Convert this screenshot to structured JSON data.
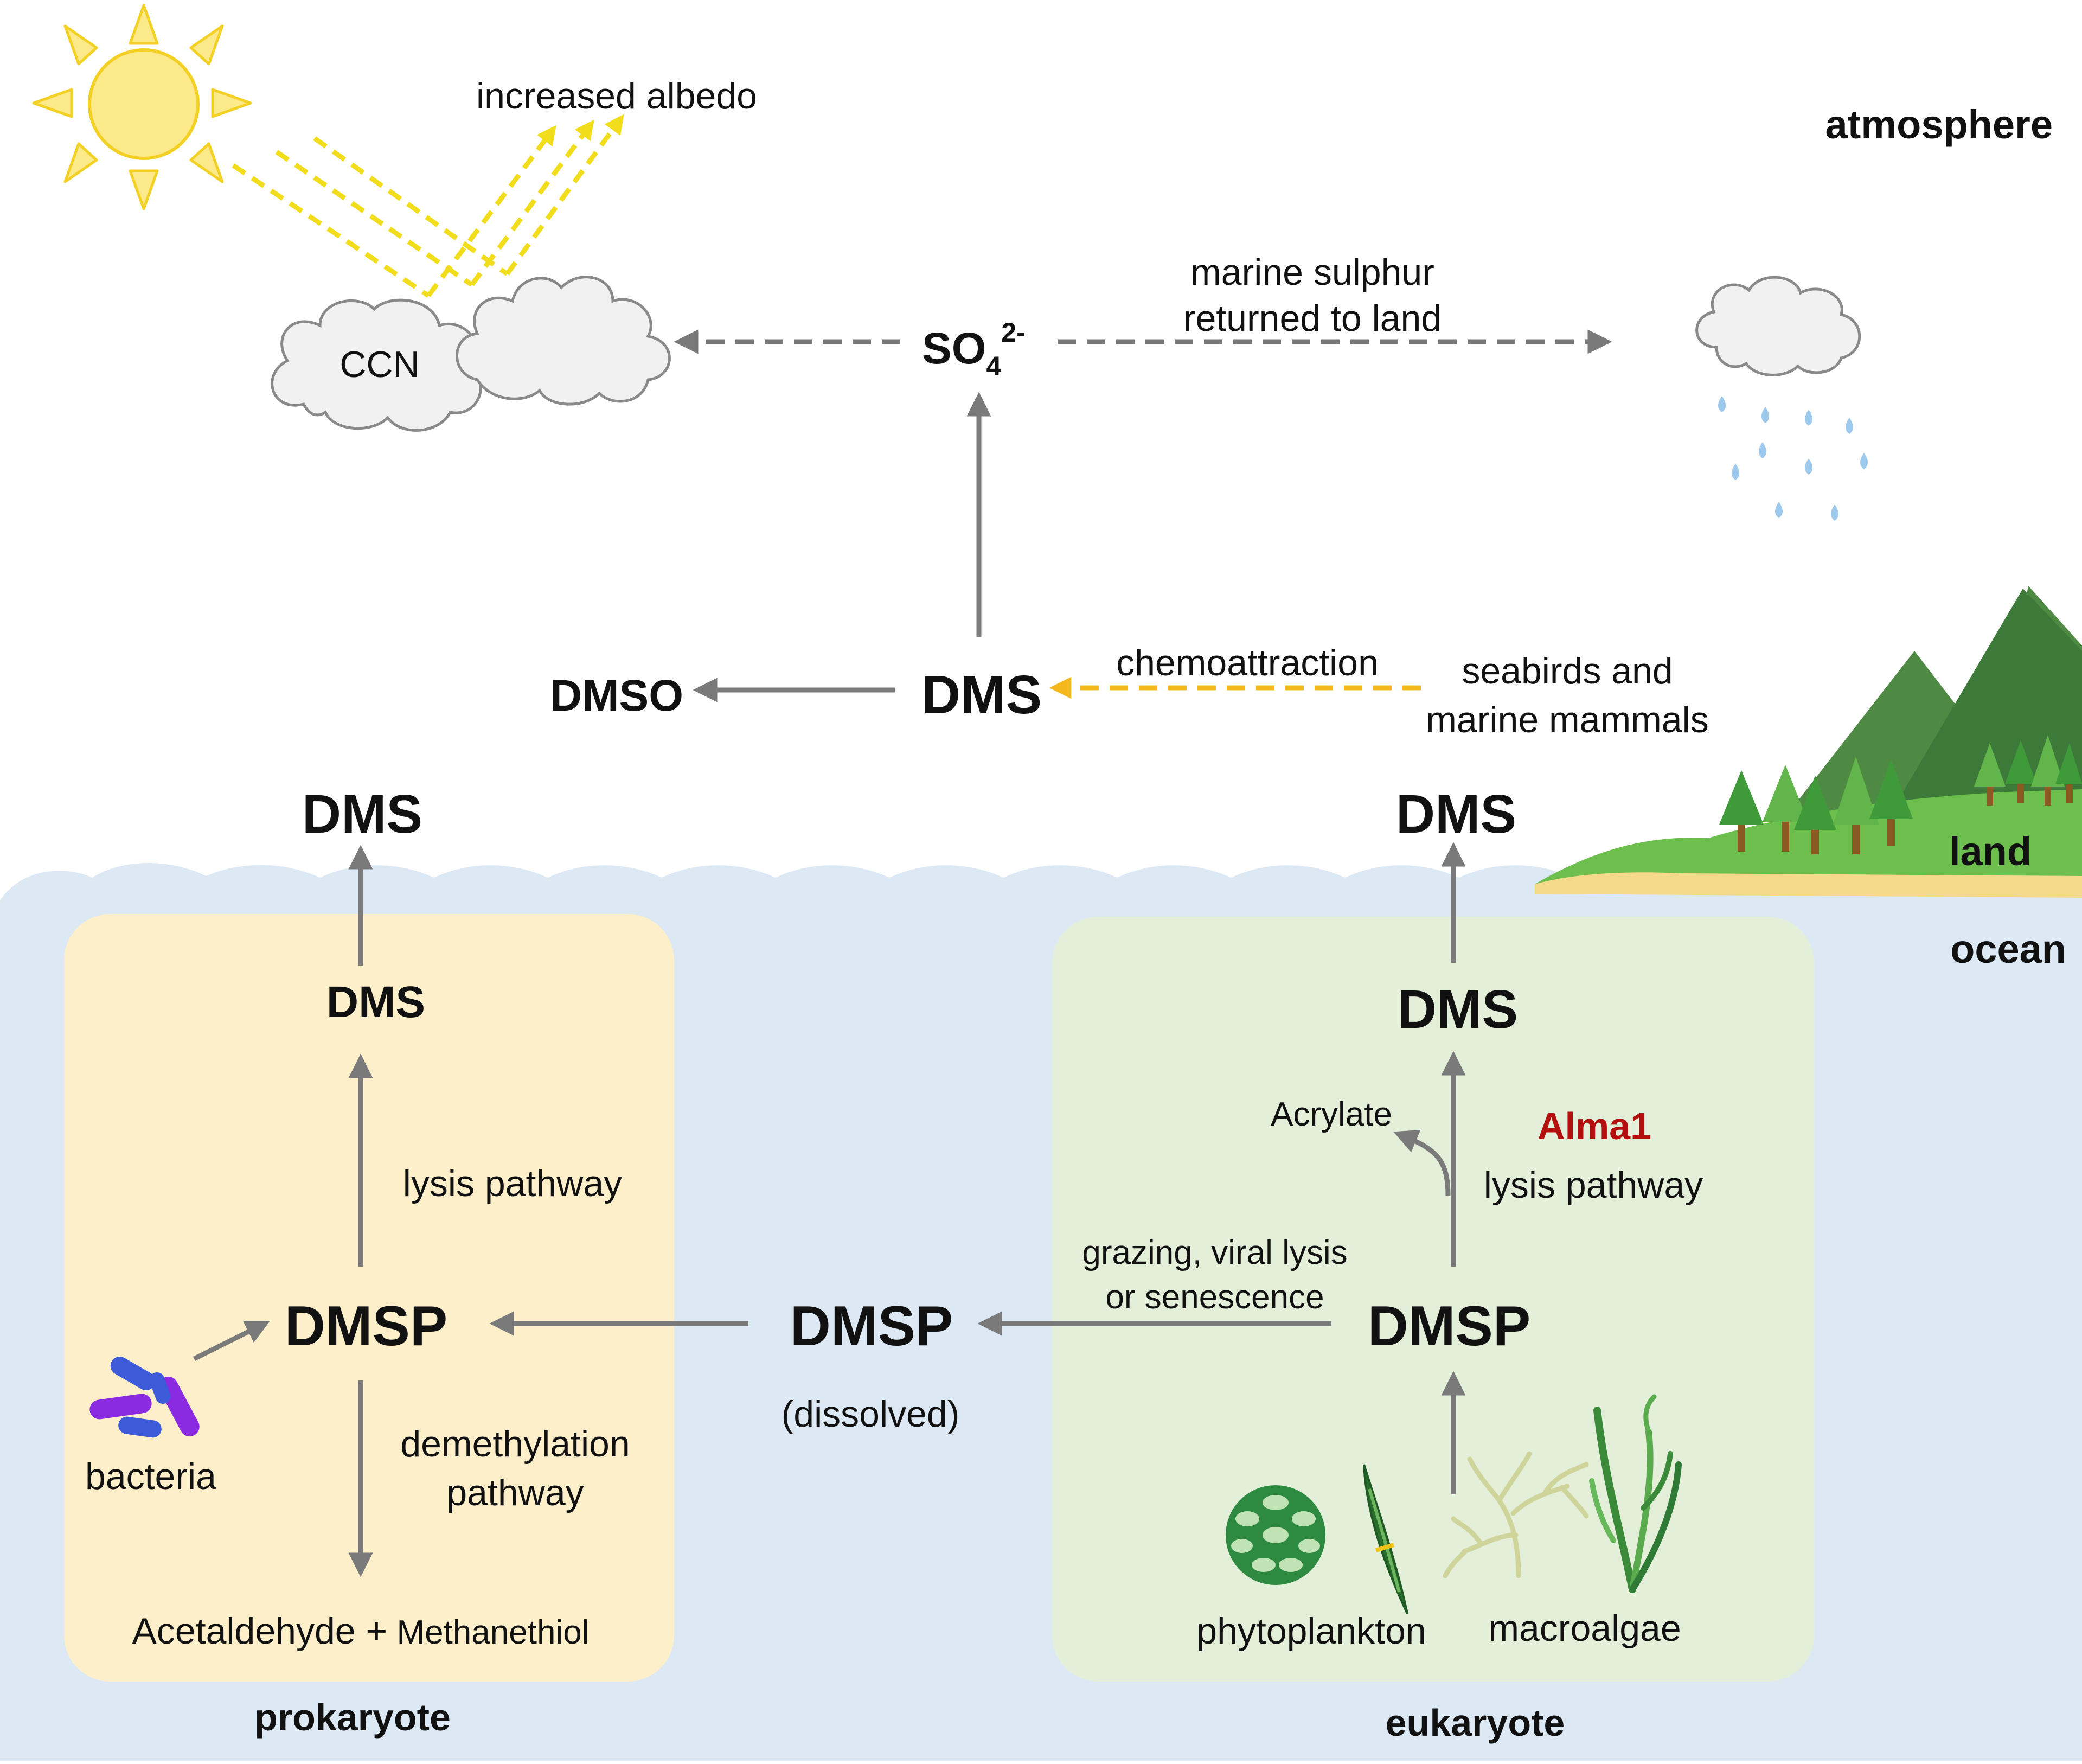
{
  "colors": {
    "ocean": "#dce9f5",
    "prokaryote_box": "#fdefca",
    "eukaryote_box": "#e3efd9",
    "solid_arrow": "#7a7a7a",
    "dashed_arrow": "#7a7a7a",
    "sun_ray": "#f2dd1c",
    "chemo_arrow": "#f5b81c",
    "alma1": "#b30f0f",
    "cloud_fill": "#f1f1f1",
    "cloud_stroke": "#8a8a8a",
    "raindrop": "#9cc9ec",
    "mountain_dark": "#3d7a3a",
    "mountain_mid": "#4f8a45",
    "land_green": "#6cbf4c",
    "sand": "#f5d98b",
    "tree": "#3f9a3a",
    "trunk": "#8a5a22",
    "bacteria": "#6a3be0"
  },
  "regions": {
    "atmosphere": "atmosphere",
    "land": "land",
    "ocean": "ocean",
    "prokaryote": "prokaryote",
    "eukaryote": "eukaryote"
  },
  "atmosphere": {
    "albedo": "increased albedo",
    "ccn": "CCN",
    "sulphate_base": "SO",
    "sulphate_sub": "4",
    "sulphate_sup": "2-",
    "sulphur_line1": "marine sulphur",
    "sulphur_line2": "returned to land",
    "dms": "DMS",
    "dmso": "DMSO",
    "chemoattraction": "chemoattraction",
    "seabirds_line1": "seabirds and",
    "seabirds_line2": "marine mammals"
  },
  "prokaryote": {
    "dms_top": "DMS",
    "dms": "DMS",
    "lysis": "lysis  pathway",
    "dmsp": "DMSP",
    "bacteria": "bacteria",
    "demethylation_line1": "demethylation",
    "demethylation_line2": "pathway",
    "products_a": "Acetaldehyde +",
    "products_b": " Methanethiol"
  },
  "middle": {
    "dmsp": "DMSP",
    "dissolved": "(dissolved)",
    "grazing_line1": "grazing, viral lysis",
    "grazing_line2": "or senescence"
  },
  "eukaryote": {
    "dms_top": "DMS",
    "dms": "DMS",
    "acrylate": "Acrylate",
    "alma1": "Alma1",
    "lysis": "lysis pathway",
    "dmsp": "DMSP",
    "phytoplankton": "phytoplankton",
    "macroalgae": "macroalgae"
  }
}
